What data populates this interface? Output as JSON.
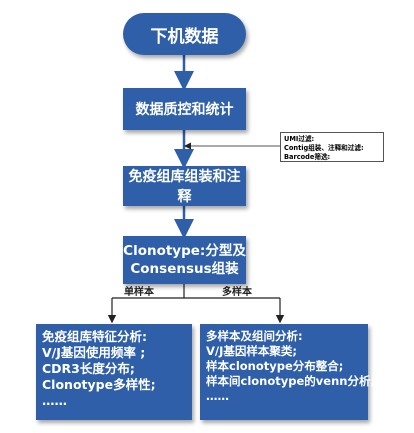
{
  "nodes": {
    "start": "下机数据",
    "qc": "数据质控和统计",
    "assembly": "免疫组库组装和注释",
    "clonotype_line1": "Clonotype:分型及",
    "clonotype_line2": "Consensus组装"
  },
  "note": {
    "lines": [
      "UMI过滤:",
      "Contig组装、注释和过滤:",
      "Barcode筛选:"
    ]
  },
  "branches": {
    "single": "单样本",
    "multi": "多样本"
  },
  "single_box": {
    "lines": [
      "免疫组库特征分析:",
      "V/J基因使用频率 ;",
      "CDR3长度分布;",
      "Clonotype多样性;",
      "……"
    ]
  },
  "multi_box": {
    "lines": [
      "多样本及组间分析:",
      "V/J基因样本聚类;",
      "样本clonotype分布整合;",
      "样本间clonotype的venn分析;",
      "……"
    ]
  },
  "colors": {
    "node": "#2e5fa8",
    "arrow": "#2e5fa8"
  }
}
